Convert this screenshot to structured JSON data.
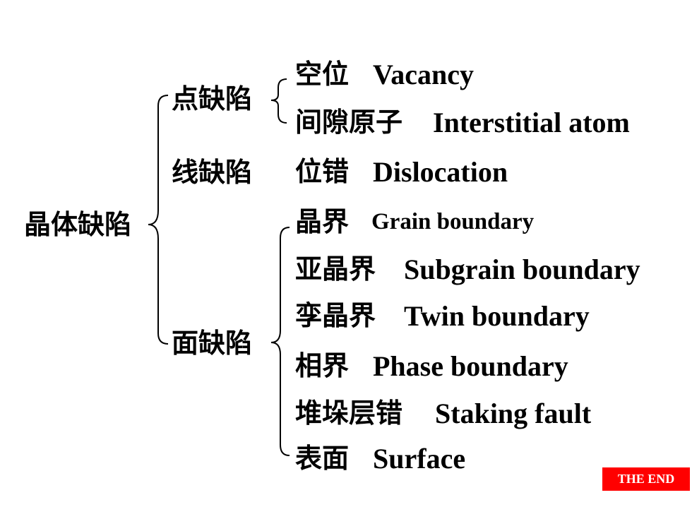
{
  "root": "晶体缺陷",
  "categories": {
    "point": "点缺陷",
    "line": "线缺陷",
    "surface": "面缺陷"
  },
  "leaves": {
    "vacancy": {
      "cn": "空位",
      "en": "Vacancy"
    },
    "interstitial": {
      "cn": "间隙原子",
      "en": "Interstitial atom"
    },
    "dislocation": {
      "cn": "位错",
      "en": "Dislocation"
    },
    "grain": {
      "cn": "晶界",
      "en": "Grain boundary"
    },
    "subgrain": {
      "cn": "亚晶界",
      "en": "Subgrain boundary"
    },
    "twin": {
      "cn": "孪晶界",
      "en": "Twin boundary"
    },
    "phase": {
      "cn": "相界",
      "en": "Phase boundary"
    },
    "stacking": {
      "cn": "堆垛层错",
      "en": "Staking fault"
    },
    "surface": {
      "cn": "表面",
      "en": "Surface"
    }
  },
  "end_button": "THE END",
  "colors": {
    "text": "#000000",
    "end_button_bg": "#ff0000",
    "end_button_text": "#ffffff"
  }
}
